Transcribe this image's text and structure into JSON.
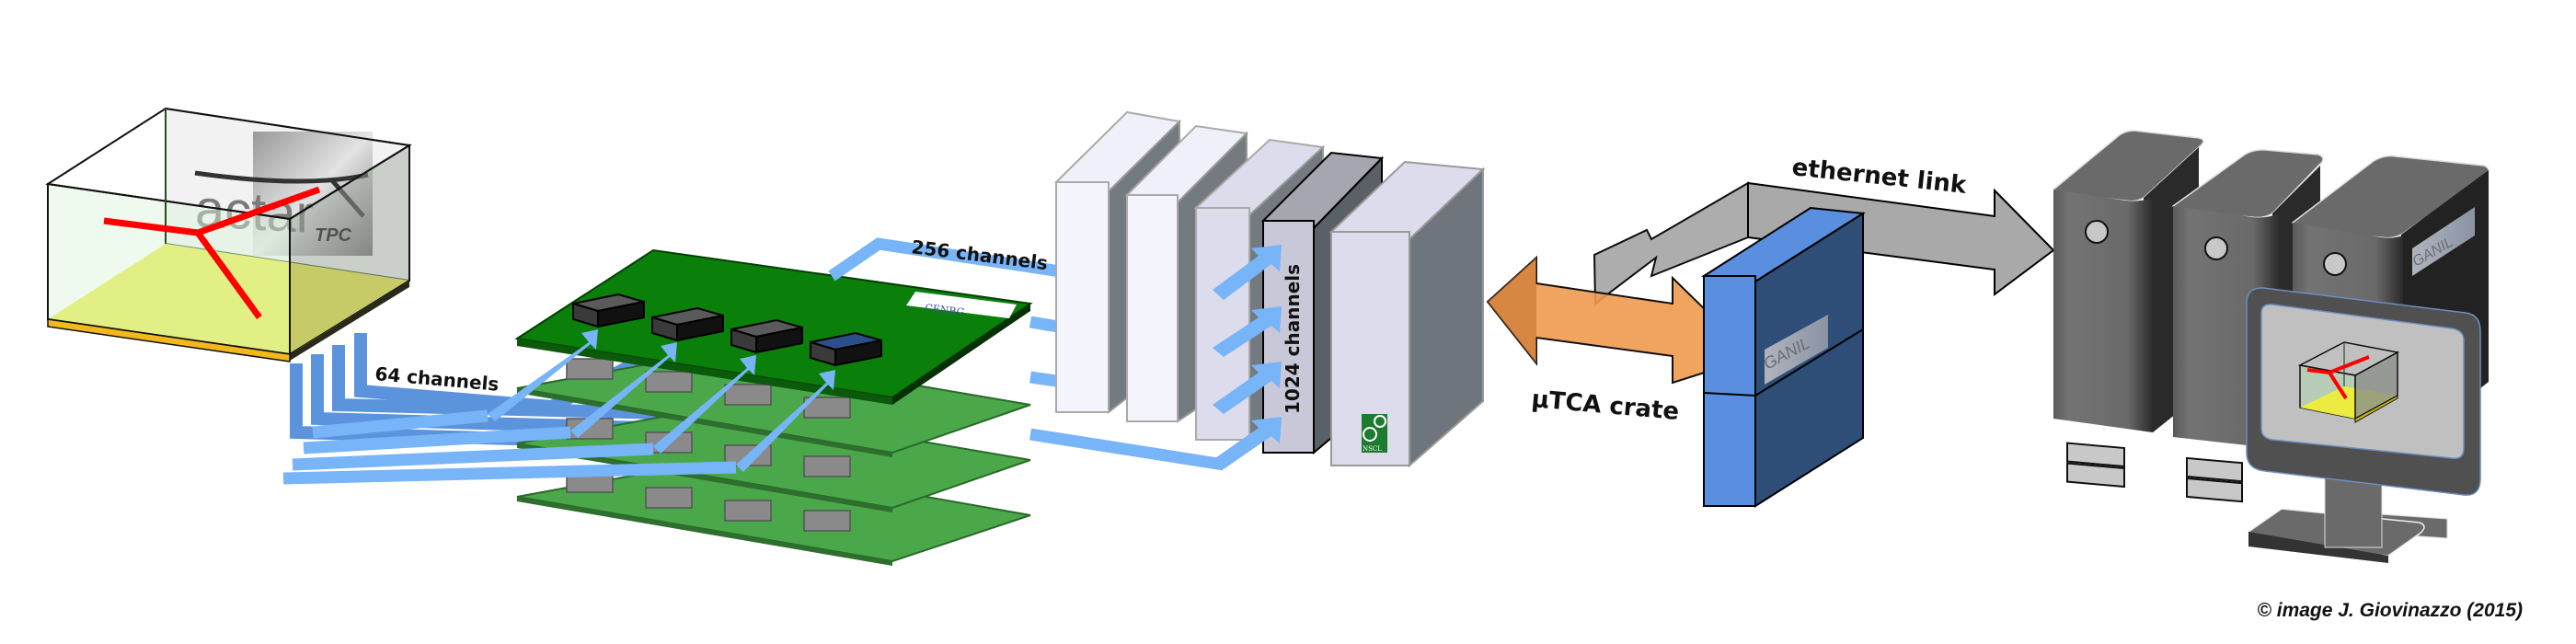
{
  "title": "ACTAR TPC data acquisition chain",
  "labels": {
    "ch64": "64 channels",
    "ch256": "256 channels",
    "ch1024": "1024 channels",
    "crate": "µTCA crate",
    "ethernet": "ethernet link"
  },
  "logos": {
    "actar_main": "actar",
    "actar_sub": "TPC",
    "cenbg": "CENBG",
    "nscl": "NSCL",
    "ganil": "GANIL"
  },
  "components": [
    {
      "id": "tpc",
      "name": "ACTAR TPC detector"
    },
    {
      "id": "asad",
      "name": "Front-end boards",
      "count": 4,
      "chips_per_board": 4
    },
    {
      "id": "cobo",
      "name": "Concentration boards",
      "count": 5
    },
    {
      "id": "mutca",
      "name": "µTCA crate"
    },
    {
      "id": "servers",
      "name": "Acquisition servers",
      "count": 3
    },
    {
      "id": "monitor",
      "name": "Display"
    }
  ],
  "credit": "© image J. Giovinazzo (2015)",
  "colors": {
    "cable": "#78b4f8",
    "cable_dark": "#5b94dc",
    "pcb_top": "#0a7f0a",
    "pcb_lower": "#4aa84a",
    "track": "#ff0000",
    "pad_plane": "#ecec40",
    "crate_blue": "#5a8fe0",
    "crate_dark": "#2e4e78",
    "orange_arrow": "#f0994f",
    "eth_arrow": "#a9a9a9"
  }
}
